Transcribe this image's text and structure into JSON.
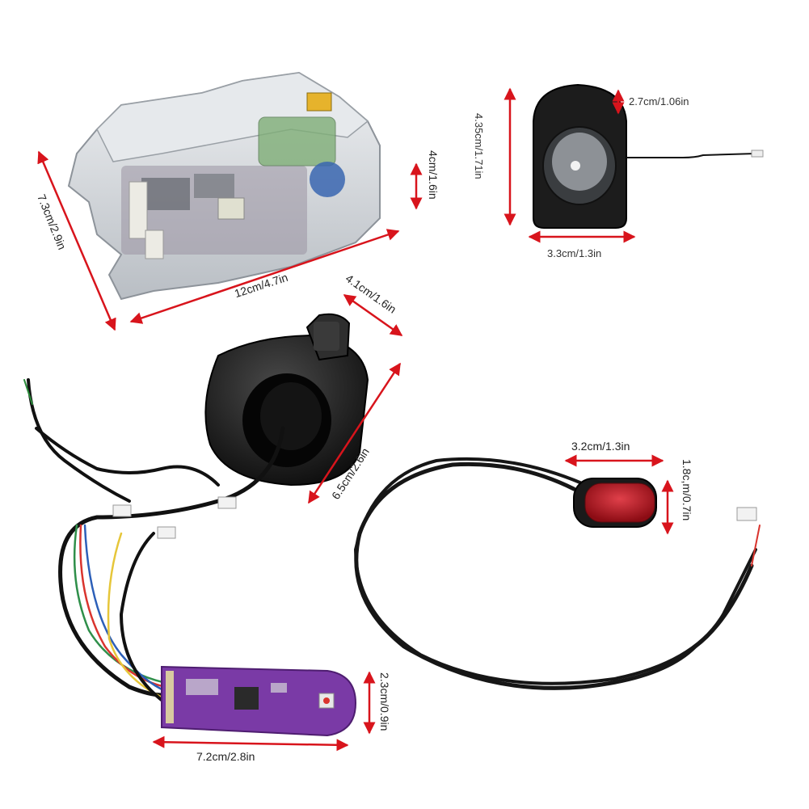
{
  "colors": {
    "arrow": "#d8141c",
    "cable": "#1a1a1a",
    "pcb": "#7a3aa6",
    "tail_light": "#c0141e",
    "controller_case": "#cfd3d8"
  },
  "controller": {
    "width_label": "12cm/4.7in",
    "depth_label": "7.3cm/2.9in",
    "height_label": "4cm/1.6in"
  },
  "headlight": {
    "height_label": "4.35cm/1.71in",
    "top_label": "2.7cm/1.06in",
    "width_label": "3.3cm/1.3in"
  },
  "throttle": {
    "top_label": "4.1cm/1.6in",
    "side_label": "6.5cm/2.6in"
  },
  "tail_light": {
    "width_label": "3.2cm/1.3in",
    "height_label": "1.8c,m/0.7in"
  },
  "dashboard_board": {
    "width_label": "7.2cm/2.8in",
    "height_label": "2.3cm/0.9in"
  }
}
